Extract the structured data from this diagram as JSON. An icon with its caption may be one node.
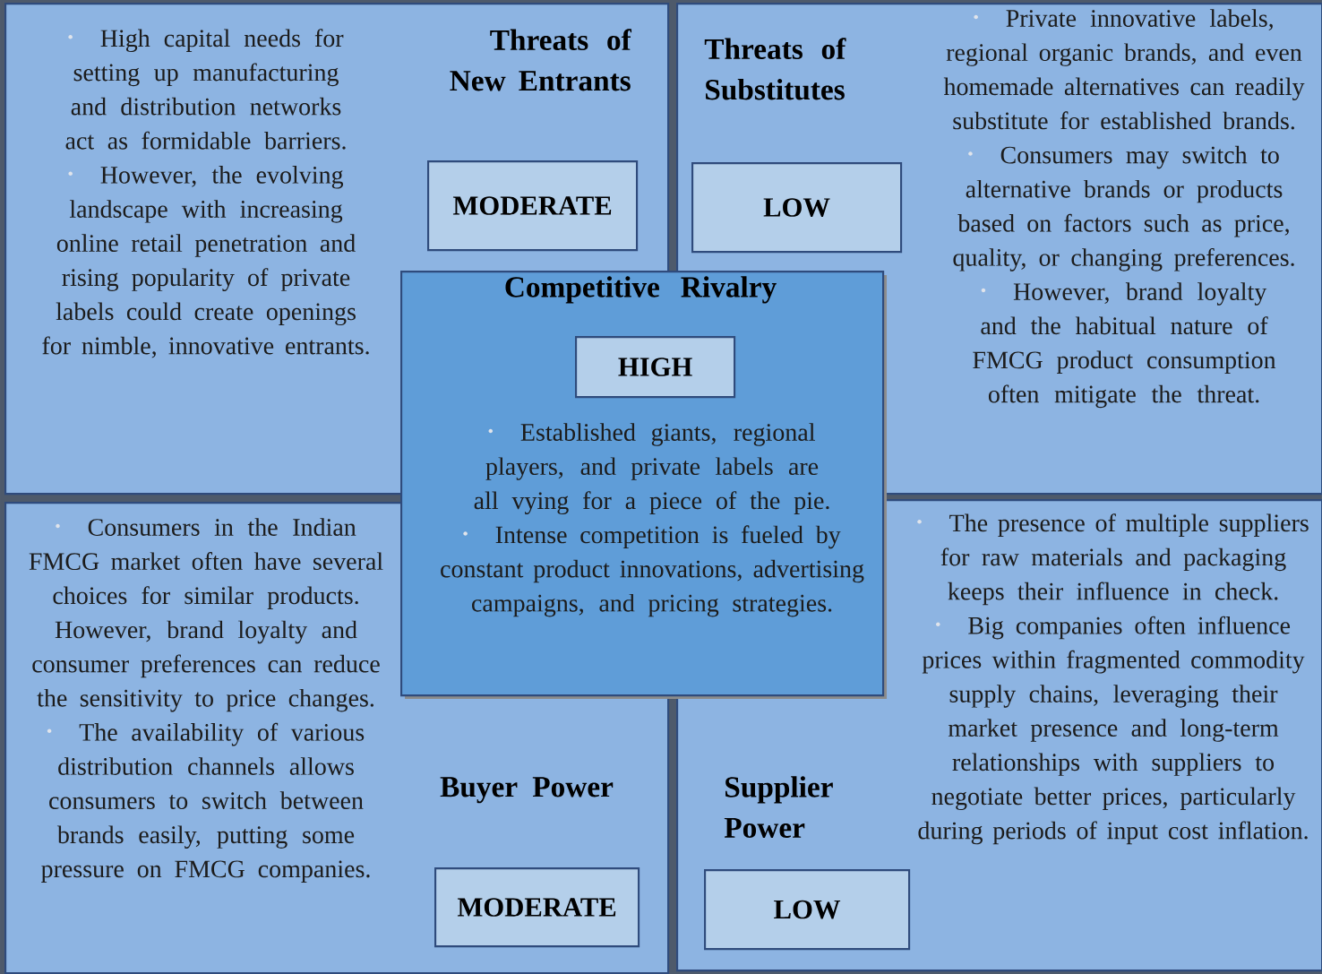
{
  "diagram": {
    "nodes": [
      {
        "text": [
          "High capital needs for setting up manufacturing and distribution networks act as formidable barriers.",
          "However, the evolving landscape with increasing online retail penetration and rising popularity of private labels could create openings for nimble, innovative entrants.",
          "Threats of New Entrants"
        ]
      },
      {
        "text": [
          "MODERATE"
        ],
        "in": 0
      },
      {
        "text": [
          "Threats of Substitutes",
          "Private innovative labels, regional organic brands, and even homemade alternatives can readily substitute for established brands.",
          "Consumers may switch to alternative brands or products based on factors such as price, quality, or changing preferences.",
          "However, brand loyalty and the habitual nature of FMCG product consumption often mitigate the threat."
        ]
      },
      {
        "text": [
          "LOW"
        ],
        "in": 2
      },
      {
        "text": [
          "Competitive Rivalry",
          "Established giants, regional players, and private labels are all vying for a piece of the pie.",
          "Intense competition is fueled by constant product innovations, advertising campaigns, and pricing strategies."
        ]
      },
      {
        "text": [
          "HIGH"
        ],
        "in": 4
      },
      {
        "text": [
          "Consumers in the Indian FMCG market often have several choices for similar products. However, brand loyalty and consumer preferences can reduce the sensitivity to price changes.",
          "The availability of various distribution channels allows consumers to switch between brands easily, putting some pressure on FMCG companies.",
          "Buyer Power"
        ]
      },
      {
        "text": [
          "MODERATE"
        ],
        "in": 6
      },
      {
        "text": [
          "Supplier Power",
          "The presence of multiple suppliers for raw materials and packaging keeps their influence in check.",
          "Big companies often influence prices within fragmented commodity supply chains, leveraging their market presence and long-term relationships with suppliers to negotiate better prices, particularly during periods of input cost inflation."
        ]
      },
      {
        "text": [
          "LOW"
        ],
        "in": 8
      }
    ]
  }
}
